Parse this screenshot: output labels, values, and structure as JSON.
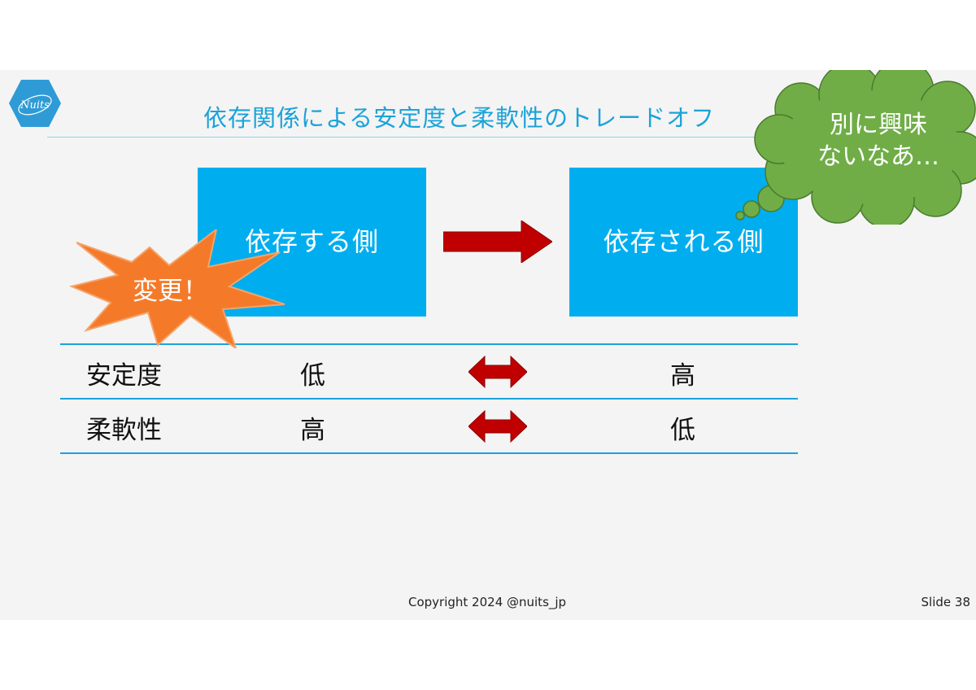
{
  "slide": {
    "title": "依存関係による安定度と柔軟性のトレードオフ",
    "logo_text": "Nuits",
    "depending_box": "依存する側",
    "depended_box": "依存される側",
    "change_burst": "変更！",
    "thought_bubble": [
      "別に興味",
      "ないなあ…"
    ],
    "table": {
      "rows": [
        {
          "label": "安定度",
          "left": "低",
          "right": "高"
        },
        {
          "label": "柔軟性",
          "left": "高",
          "right": "低"
        }
      ]
    },
    "footer": {
      "copyright": "Copyright 2024 @nuits_jp",
      "slide_number": "Slide 38"
    }
  },
  "colors": {
    "background": "#f4f4f4",
    "accent_blue": "#00aeef",
    "title_blue": "#1ba3d9",
    "arrow_red": "#c00000",
    "burst_orange": "#f47a2a",
    "cloud_green": "#70ad47"
  }
}
